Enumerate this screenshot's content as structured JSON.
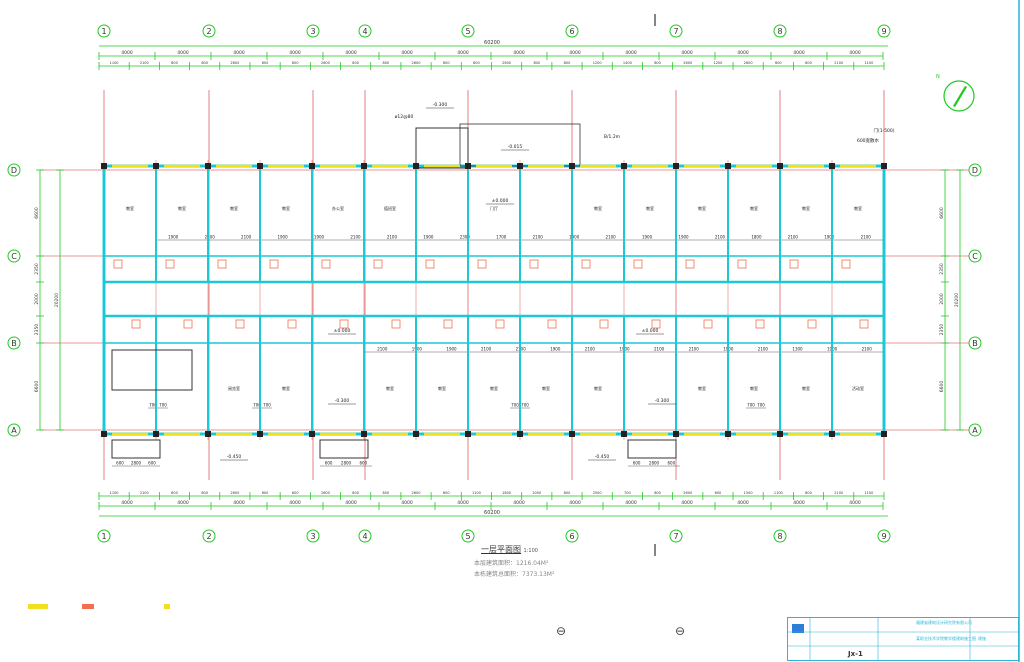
{
  "drawing": {
    "title": "一层平面图",
    "scale": "1:100",
    "floor_area": "本层建筑面积：1216.04M²",
    "total_area": "本栋建筑总面积：7373.13M²"
  },
  "axes": {
    "columns": [
      "1",
      "2",
      "3",
      "4",
      "5",
      "6",
      "7",
      "8",
      "9"
    ],
    "rows": [
      "D",
      "C",
      "B",
      "A"
    ]
  },
  "dimensions": {
    "overall": "60200",
    "bays": [
      "4000",
      "4000",
      "4000",
      "4000",
      "4000",
      "4000",
      "4000",
      "4000",
      "4000",
      "4000",
      "4000",
      "4000",
      "4000",
      "4000"
    ],
    "sub_top": [
      "1100",
      "2100",
      "800",
      "800",
      "2600",
      "600",
      "600",
      "2600",
      "800",
      "800",
      "2600",
      "600",
      "600",
      "2600",
      "800",
      "800",
      "1200",
      "1400",
      "800",
      "2600",
      "1200",
      "2600",
      "600",
      "600",
      "2100",
      "1100"
    ],
    "sub_bottom": [
      "1100",
      "2100",
      "800",
      "800",
      "2600",
      "600",
      "600",
      "2600",
      "800",
      "800",
      "2600",
      "600",
      "1100",
      "1800",
      "2000",
      "800",
      "2500",
      "700",
      "800",
      "2600",
      "600",
      "1500",
      "1100",
      "800",
      "2100",
      "1100"
    ],
    "left_vertical": [
      "6600",
      "2350",
      "2000",
      "2350",
      "6600"
    ],
    "left_total": "20200",
    "corridor_dims": [
      "1900",
      "2100",
      "2100",
      "1900",
      "1900",
      "2100",
      "2100",
      "1900",
      "2300",
      "1700",
      "2100",
      "1900",
      "2100",
      "1900",
      "1900",
      "2100",
      "1800",
      "2100",
      "1900",
      "2100"
    ],
    "lower_dims": [
      "2100",
      "1900",
      "1900",
      "2100",
      "2100",
      "1900",
      "2100",
      "1900",
      "2100",
      "2100",
      "1900",
      "2100",
      "1300",
      "1900",
      "2100"
    ],
    "entry_dims": [
      "600",
      "2800",
      "600"
    ],
    "door_dims": [
      "700",
      "700"
    ]
  },
  "levels": [
    "-0.300",
    "±0.000",
    "-0.015",
    "-0.450",
    "-0.300",
    "-0.450",
    "-0.300",
    "±0.000",
    "±0.000"
  ],
  "annotations": [
    "ø12@80",
    "B/1.2m",
    "600宽散水",
    "门(1-500)"
  ],
  "rooms_top": [
    "教室",
    "教室",
    "教室",
    "教室",
    "办公室",
    "值班室",
    "门厅",
    "教室",
    "教室",
    "教室",
    "教室",
    "教室",
    "教室"
  ],
  "rooms_bottom": [
    "阅览室",
    "教室",
    "教室",
    "教室",
    "教室",
    "教室",
    "教室",
    "教室",
    "教室",
    "教室",
    "活动室"
  ],
  "colors": {
    "wall": "#1cc8d8",
    "axis": "#d03030",
    "dim": "#22c822",
    "window": "#f0e020",
    "text": "#444444",
    "frame": "#2bb6d8"
  },
  "title_block": {
    "company": "福建省建筑设计研究院有限公司",
    "project": "某职业技术学院教学楼建筑施工图",
    "code": "Jx-1",
    "sheet": "建施"
  },
  "symbols": [
    "⊖",
    "⊖"
  ]
}
